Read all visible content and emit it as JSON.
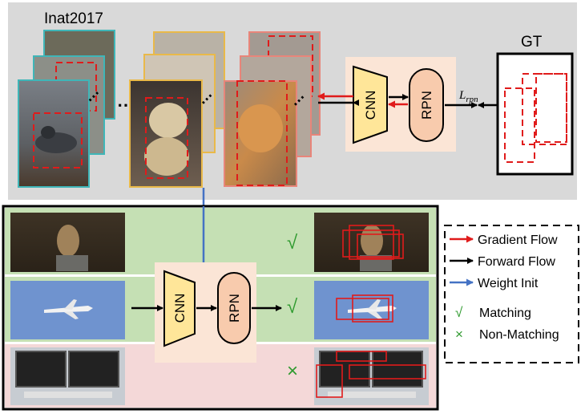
{
  "top": {
    "dataset_label": "Inat2017",
    "gt_label": "GT",
    "cnn_label": "CNN",
    "rpn_label": "RPN",
    "loss_main": "L",
    "loss_sub": "rpn",
    "ellipsis": "⋯"
  },
  "bottom": {
    "cnn_label": "CNN",
    "rpn_label": "RPN",
    "row_marks": [
      "√",
      "√",
      "×"
    ]
  },
  "legend": {
    "items": [
      {
        "label": "Gradient Flow",
        "kind": "arrow",
        "color": "#e01b1b"
      },
      {
        "label": "Forward Flow",
        "kind": "arrow",
        "color": "#000000"
      },
      {
        "label": "Weight Init",
        "kind": "arrow",
        "color": "#4472c4"
      },
      {
        "label": "Matching",
        "kind": "glyph",
        "glyph": "√",
        "color": "#2e9a2e"
      },
      {
        "label": "Non-Matching",
        "kind": "glyph",
        "glyph": "×",
        "color": "#2e9a2e"
      }
    ]
  },
  "colors": {
    "top_panel": "#d9d9d9",
    "row_green": "#c5e0b4",
    "row_pink": "#f4d8d8",
    "module_bg": "#fbe5d6",
    "cnn_fill": "#ffe699",
    "rpn_fill": "#f8cbad",
    "gradient_red": "#e01b1b",
    "weight_blue": "#4472c4",
    "match_green": "#2e9a2e"
  }
}
